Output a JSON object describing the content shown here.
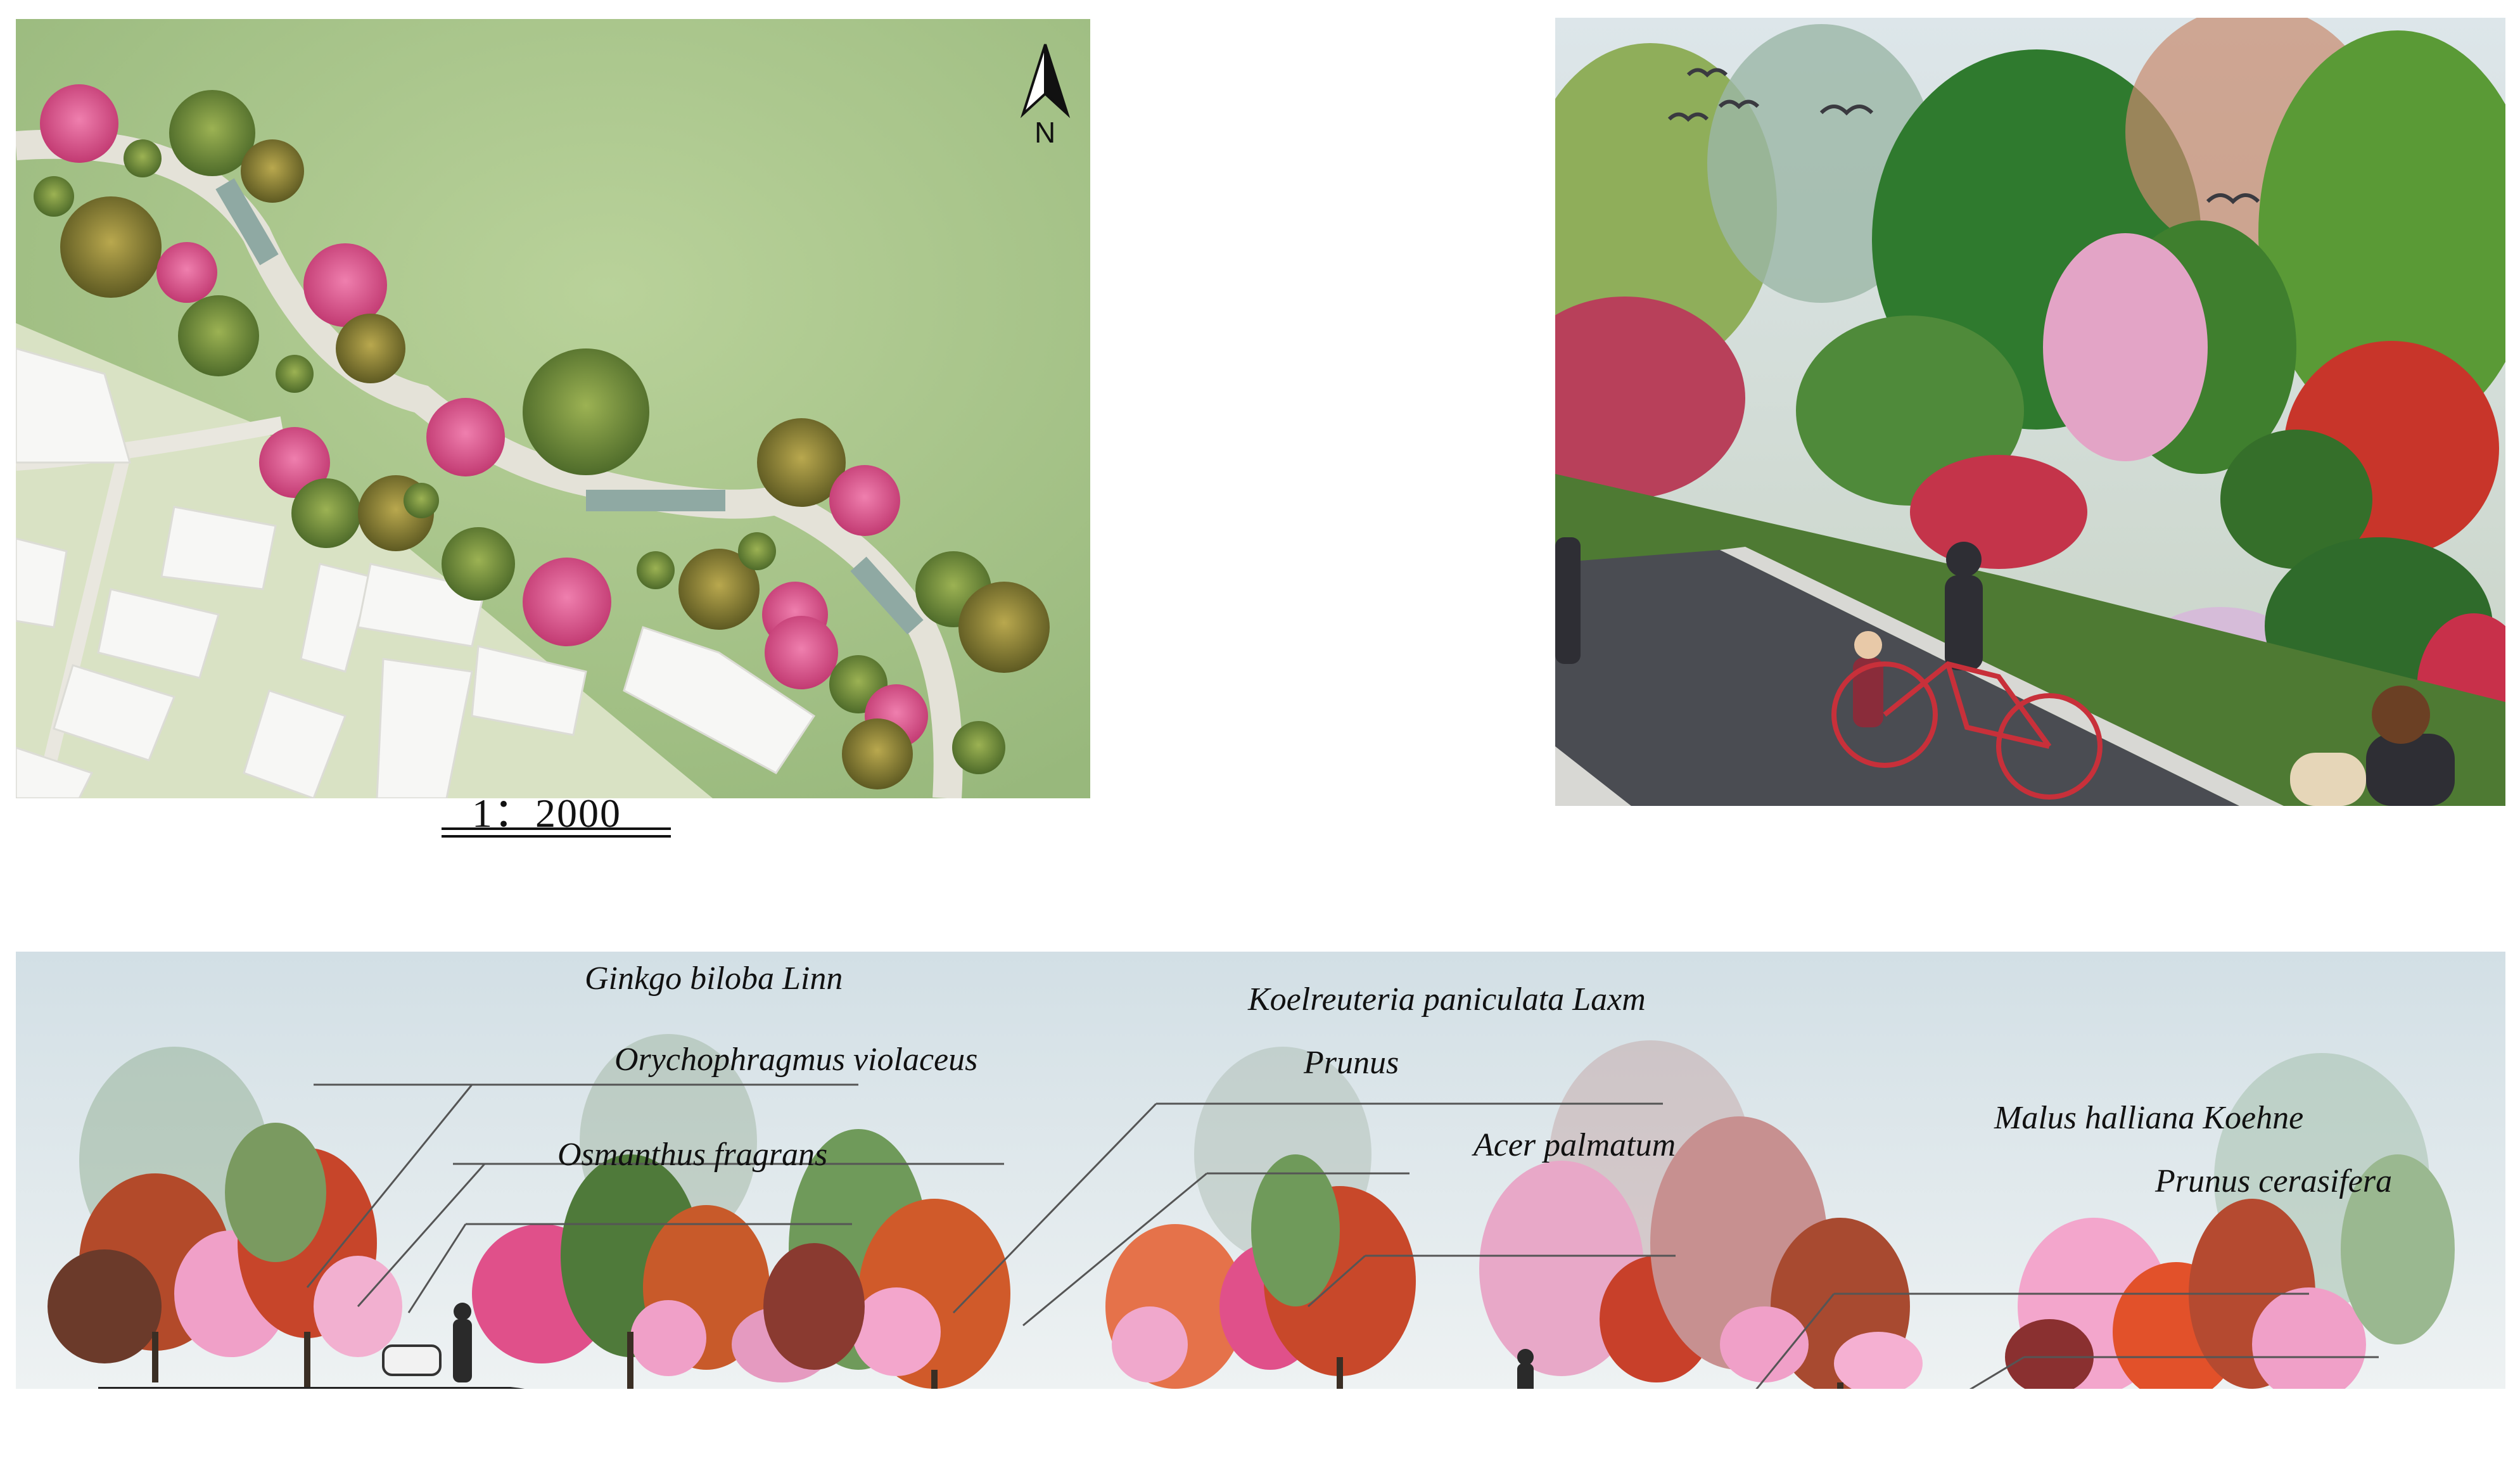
{
  "plan": {
    "scale_label": "1：2000",
    "north_label": "N"
  },
  "section": {
    "labels": [
      "Ginkgo biloba Linn",
      "Orychophragmus violaceus",
      "Osmanthus fragrans",
      "Koelreuteria paniculata Laxm",
      "Prunus",
      "Acer palmatum",
      "Malus halliana Koehne",
      "Prunus cerasifera"
    ]
  },
  "colors": {
    "lawn": "#a9c58e",
    "path": "#e4e2d8",
    "pink_tree": "#d94f86",
    "green_tree": "#6d8f3c",
    "red_tree": "#c0452a",
    "sky": "#dfe8ec"
  }
}
